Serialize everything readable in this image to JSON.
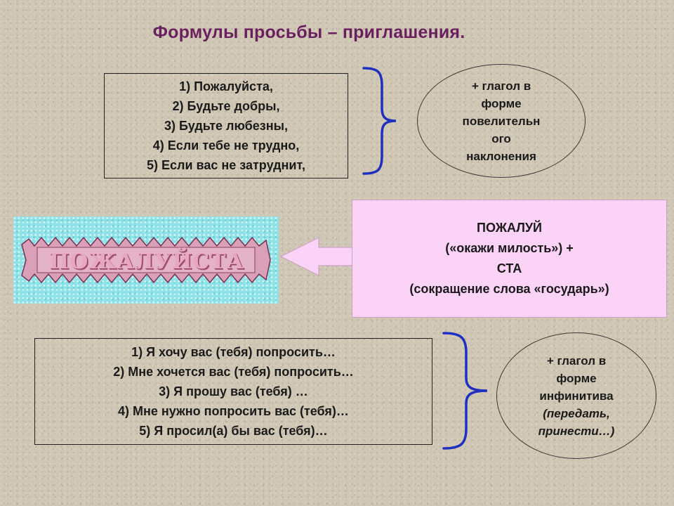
{
  "title": "Формулы просьбы – приглашения.",
  "box1": {
    "lines": [
      "1) Пожалуйста,",
      "2) Будьте добры,",
      "3) Будьте любезны,",
      "4) Если тебе не трудно,",
      "5) Если вас не затруднит,"
    ]
  },
  "ellipse1": {
    "lines": [
      "+ глагол в",
      "форме",
      "повелительн",
      "ого",
      "наклонения"
    ]
  },
  "banner": {
    "word": "ПОЖАЛУЙСТА"
  },
  "pinkbox": {
    "lines": [
      "ПОЖАЛУЙ",
      "(«окажи милость») +",
      "СТА",
      "(сокращение слова «государь»)"
    ]
  },
  "box2": {
    "lines": [
      "1) Я хочу вас (тебя) попросить…",
      "2) Мне хочется вас (тебя) попросить…",
      "3) Я прошу вас (тебя) …",
      "4) Мне нужно попросить вас (тебя)…",
      "5) Я просил(а) бы вас (тебя)…"
    ]
  },
  "ellipse2": {
    "lines": [
      "+ глагол в",
      "форме",
      "инфинитива",
      "(передать,",
      "принести…)"
    ]
  },
  "colors": {
    "title": "#6a1f5e",
    "brace": "#1f2fbf",
    "pinkbox": "#fbd3f7",
    "banner": "#8fe3e8",
    "background": "#cfc6b4"
  }
}
